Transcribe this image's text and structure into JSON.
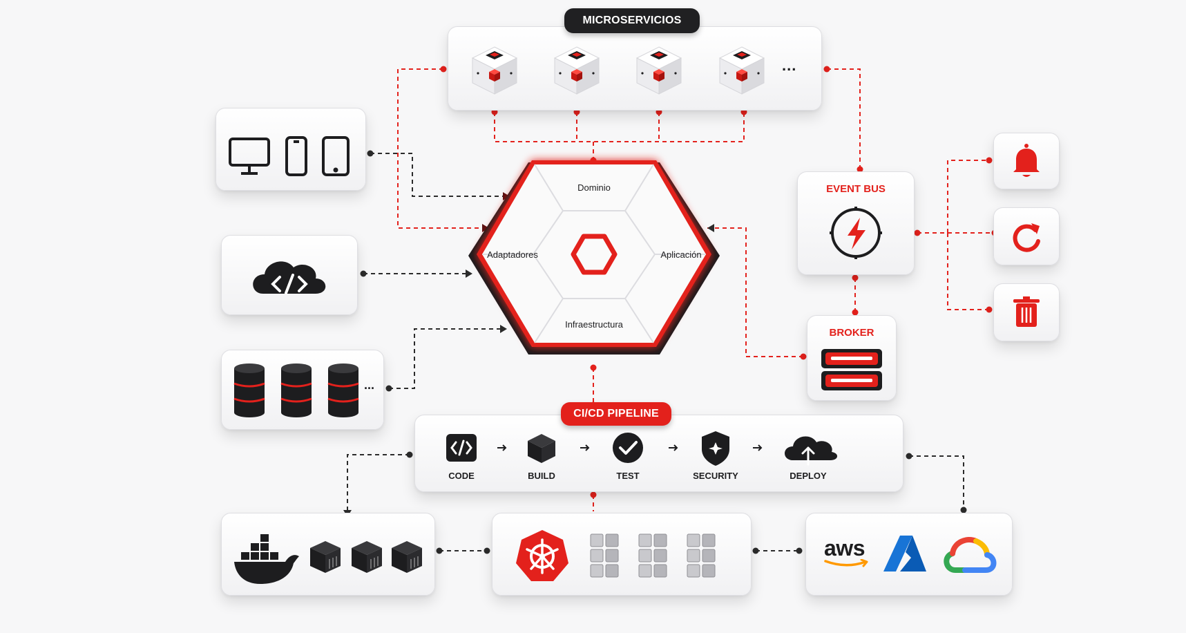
{
  "microservices": {
    "title": "MICROSERVICIOS",
    "more": "..."
  },
  "core": {
    "segments": {
      "top": "Dominio",
      "right": "Aplicación",
      "bottom": "Infraestructura",
      "left": "Adaptadores"
    },
    "center_icon": "hexagon-icon"
  },
  "event_bus": {
    "title": "EVENT BUS",
    "icon": "lightning-icon"
  },
  "broker": {
    "title": "BROKER",
    "icon": "server-stack-icon"
  },
  "event_actions": [
    "bell-icon",
    "refresh-icon",
    "trash-icon"
  ],
  "clients": [
    "monitor-icon",
    "phone-icon",
    "tablet-icon"
  ],
  "api": {
    "icon": "cloud-code-icon"
  },
  "databases": {
    "icon": "database-icon",
    "more": "..."
  },
  "pipeline": {
    "title": "CI/CD PIPELINE",
    "steps": [
      {
        "label": "CODE",
        "icon": "code-icon"
      },
      {
        "label": "BUILD",
        "icon": "box-icon"
      },
      {
        "label": "TEST",
        "icon": "check-icon"
      },
      {
        "label": "SECURITY",
        "icon": "shield-icon"
      },
      {
        "label": "DEPLOY",
        "icon": "cloud-upload-icon"
      }
    ]
  },
  "containers": {
    "icon": "docker-icon"
  },
  "orchestration": {
    "icon": "kubernetes-icon"
  },
  "clouds": {
    "aws": "aws",
    "azure_icon": "azure-icon",
    "gcp_icon": "google-cloud-icon"
  },
  "colors": {
    "accent": "#e3211c",
    "dark": "#1d1d1f",
    "card": "#ffffff",
    "connector_dark": "#2b2b2b"
  }
}
